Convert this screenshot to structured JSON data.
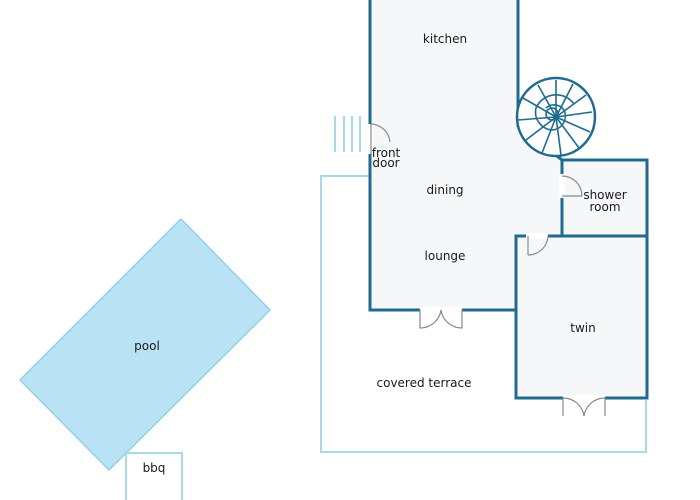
{
  "labels": {
    "kitchen": "kitchen",
    "front_door_1": "front",
    "front_door_2": "door",
    "dining": "dining",
    "lounge": "lounge",
    "shower_1": "shower",
    "shower_2": "room",
    "twin": "twin",
    "pool": "pool",
    "terrace": "covered terrace",
    "bbq": "bbq"
  },
  "colors": {
    "wall": "#1e6b8f",
    "room_fill": "#f6f7f8",
    "outline": "#a9d8e6",
    "pool_fill": "#b9e3f5",
    "pool_stroke": "#8fd0ea",
    "door": "#8a8a8a",
    "text": "#1a1a1a"
  }
}
